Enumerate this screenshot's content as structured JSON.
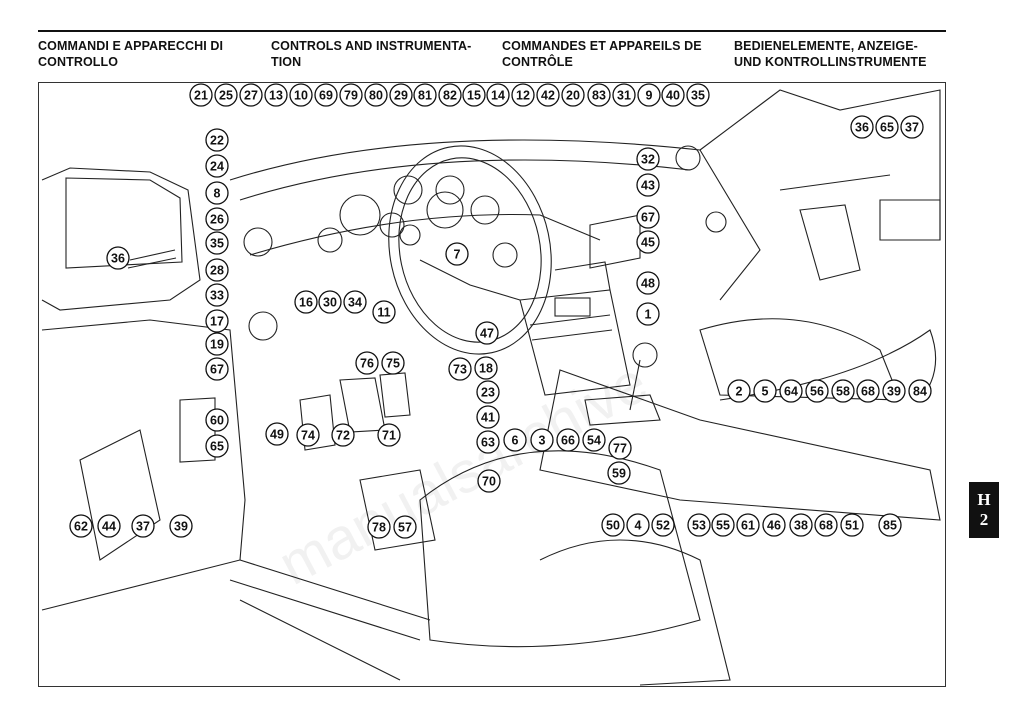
{
  "headers": {
    "italian": [
      "COMMANDI E APPARECCHI DI",
      "CONTROLLO"
    ],
    "english": [
      "CONTROLS AND INSTRUMENTA-",
      "TION"
    ],
    "french": [
      "COMMANDES ET APPAREILS DE",
      "CONTRÔLE"
    ],
    "german": [
      "BEDIENELEMENTE, ANZEIGE-",
      "UND KONTROLLINSTRUMENTE"
    ]
  },
  "section_tab": [
    "H",
    "2"
  ],
  "watermark": "manualsarchive",
  "callouts": [
    "21",
    "25",
    "27",
    "13",
    "10",
    "69",
    "79",
    "80",
    "29",
    "81",
    "82",
    "15",
    "14",
    "12",
    "42",
    "20",
    "83",
    "31",
    "9",
    "40",
    "35",
    "36",
    "65",
    "37",
    "22",
    "24",
    "8",
    "26",
    "35",
    "28",
    "33",
    "17",
    "19",
    "67",
    "36",
    "16",
    "30",
    "34",
    "11",
    "7",
    "32",
    "43",
    "67",
    "45",
    "48",
    "1",
    "47",
    "76",
    "75",
    "73",
    "18",
    "23",
    "41",
    "63",
    "6",
    "3",
    "66",
    "54",
    "77",
    "59",
    "70",
    "2",
    "5",
    "64",
    "56",
    "58",
    "68",
    "39",
    "84",
    "60",
    "65",
    "49",
    "74",
    "72",
    "71",
    "62",
    "44",
    "37",
    "39",
    "78",
    "57",
    "50",
    "4",
    "52",
    "53",
    "55",
    "61",
    "46",
    "38",
    "68",
    "51",
    "85"
  ]
}
